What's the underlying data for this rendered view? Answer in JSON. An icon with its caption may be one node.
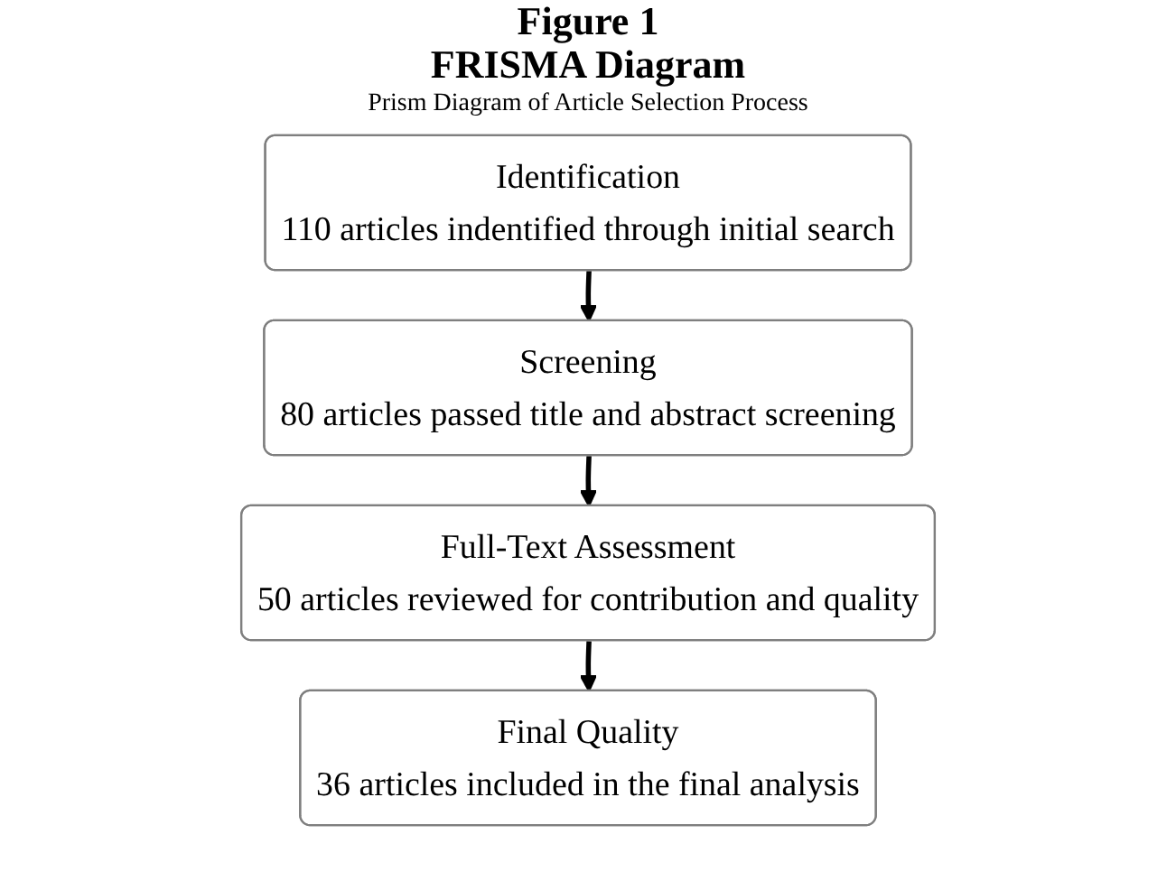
{
  "diagram": {
    "title": "FRISMA Diagram",
    "nodes": [
      {
        "text": [
          "Identification",
          "110 articles indentified through initial search"
        ]
      },
      {
        "text": [
          "Screening",
          "80 articles passed title and abstract screening"
        ]
      },
      {
        "text": [
          "Full-Text Assessment",
          "50 articles reviewed for contribution and quality"
        ]
      },
      {
        "text": [
          "Final Quality",
          "36 articles included in the final analysis"
        ]
      }
    ],
    "edges": [
      {
        "from": 0,
        "to": 1,
        "arrow": "to"
      },
      {
        "from": 1,
        "to": 2,
        "arrow": "to"
      },
      {
        "from": 2,
        "to": 3,
        "arrow": "to"
      }
    ],
    "labels": [
      "Figure 1",
      "Prism Diagram of Article Selection Process"
    ]
  }
}
